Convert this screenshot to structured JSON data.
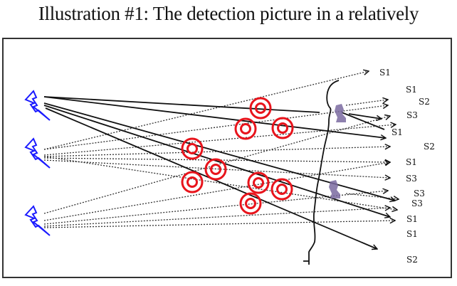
{
  "title": "Illustration #1: The detection picture in a relatively",
  "colors": {
    "transmitter": "#1a1aff",
    "detection_ring": "#e8141c",
    "line": "#111111",
    "receiver": "#7a6aa0"
  },
  "legend_icons": {
    "transmitter": "lightning-bolt-icon",
    "detection": "target-ring-icon",
    "receiver": "antenna-station-icon",
    "boundary": "boundary-curve"
  },
  "transmitters": [
    {
      "id": "t1",
      "name": "transmitter-top"
    },
    {
      "id": "t2",
      "name": "transmitter-middle"
    },
    {
      "id": "t3",
      "name": "transmitter-bottom"
    }
  ],
  "receivers": [
    {
      "id": "r1",
      "name": "receiver-upper"
    },
    {
      "id": "r2",
      "name": "receiver-lower"
    }
  ],
  "signal_labels": [
    "S1",
    "S1",
    "S2",
    "S3",
    "S1",
    "S2",
    "S1",
    "S3",
    "S3",
    "S3",
    "S1",
    "S1",
    "S2"
  ],
  "detection_count": 9
}
